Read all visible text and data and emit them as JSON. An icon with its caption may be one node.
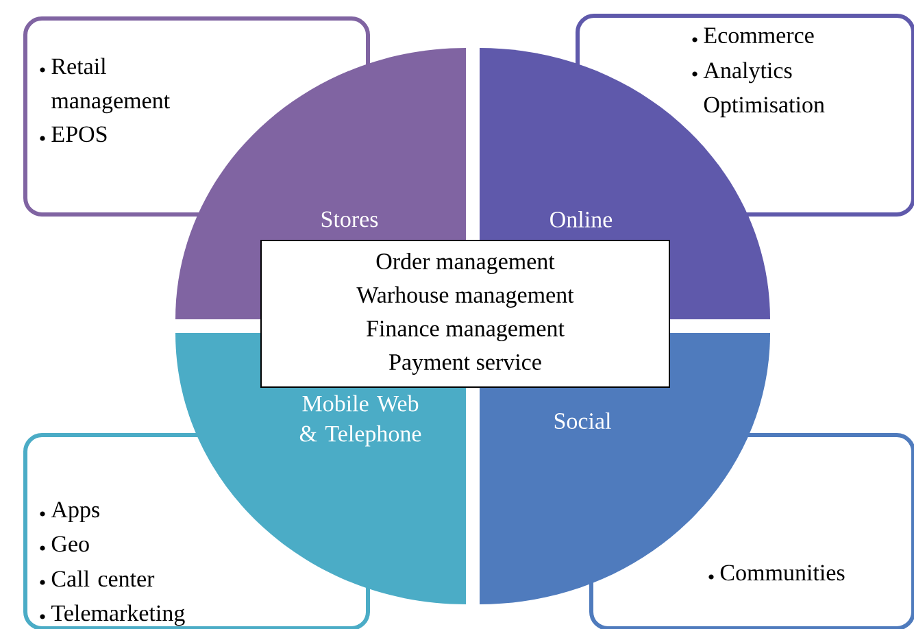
{
  "diagram": {
    "nodes": [
      {
        "text": [
          "Retail management",
          "EPOS"
        ]
      },
      {
        "text": [
          "Ecommerce",
          "Analytics Optimisation"
        ]
      },
      {
        "text": [
          "Stores"
        ]
      },
      {
        "text": [
          "Online"
        ]
      },
      {
        "text": [
          "Order management",
          "Warhouse management",
          "Finance management",
          "Payment service"
        ]
      },
      {
        "text": [
          "Mobile Web & Telephone"
        ]
      },
      {
        "text": [
          "Social"
        ]
      },
      {
        "text": [
          "Apps",
          "Geo",
          "Call center",
          "Telemarketing"
        ]
      },
      {
        "text": [
          "Communities"
        ]
      }
    ]
  }
}
